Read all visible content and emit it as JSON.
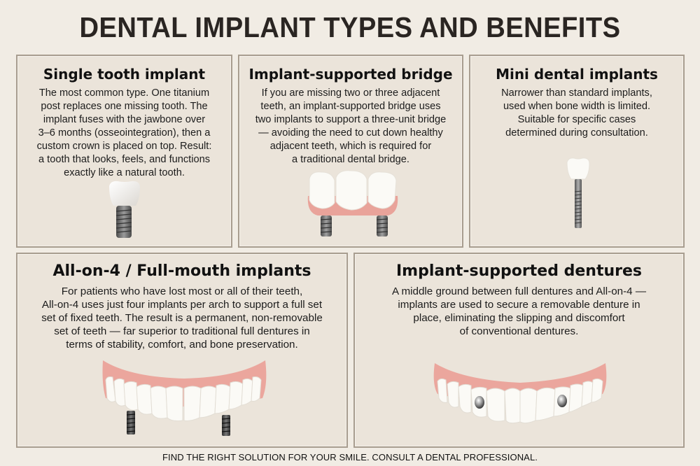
{
  "title": "DENTAL IMPLANT TYPES AND BENEFITS",
  "panels": [
    {
      "heading": "Single tooth implant",
      "body": "The most common type. One titanium\npost replaces one missing tooth. The\nimplant fuses with the jawbone over\n3–6 months (osseointegration), then a\ncustom crown is placed on top. Result:\na tooth that looks, feels, and functions\nexactly like a natural tooth.",
      "image": "single-implant-with-crown"
    },
    {
      "heading": "Implant-supported bridge",
      "body": "If you are missing two or three adjacent\nteeth, an implant-supported bridge uses\ntwo implants to support a three-unit bridge\n— avoiding the need to cut down healthy\nadjacent teeth, which is required for\na traditional dental bridge.",
      "image": "three-unit-bridge-on-two-implants"
    },
    {
      "heading": "Mini dental implants",
      "body": "Narrower than standard implants,\nused when bone width is limited.\nSuitable for specific cases\ndetermined during consultation.",
      "image": "mini-implant-with-crown"
    },
    {
      "heading": "All-on-4 / Full-mouth implants",
      "body": "For patients who have lost most or all of their teeth,\nAll-on-4 uses just four implants per arch to support a full set\nset of fixed teeth. The result is a permanent, non-removable\nset of teeth — far superior to traditional full dentures in\nterms of stability, comfort, and bone preservation.",
      "image": "full-arch-prosthesis-on-implants"
    },
    {
      "heading": "Implant-supported dentures",
      "body": "A middle ground between full dentures and All-on-4 —\nimplants are used to secure a removable denture in\nplace, eliminating the slipping and discomfort\nof conventional dentures.",
      "image": "removable-denture-with-attachments"
    }
  ],
  "footer": "FIND THE RIGHT SOLUTION FOR YOUR SMILE. CONSULT A DENTAL PROFESSIONAL.",
  "colors": {
    "background": "#f1ece4",
    "panel": "#ebe4da",
    "panel_border": "#a89d8f",
    "gum": "#e8a39a",
    "tooth": "#fbfaf6",
    "metal": "#6c6c6c"
  }
}
